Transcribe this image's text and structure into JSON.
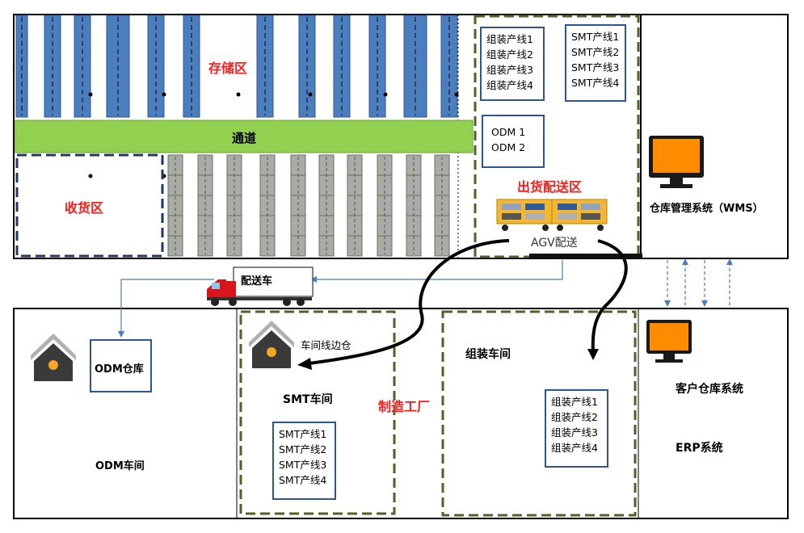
{
  "warehouse": {
    "storage_label": "存储区",
    "aisle_label": "通道",
    "receiving_label": "收货区",
    "shipping_label": "出货配送区",
    "assembly_lines": [
      "组装产线1",
      "组装产线2",
      "组装产线3",
      "组装产线4"
    ],
    "smt_lines": [
      "SMT产线1",
      "SMT产线2",
      "SMT产线3",
      "SMT产线4"
    ],
    "odm_list": [
      "ODM 1",
      "ODM 2"
    ],
    "agv_label": "AGV配送",
    "wms_label": "仓库管理系统（WMS）"
  },
  "truck": {
    "label": "配送车"
  },
  "factory": {
    "odm_warehouse_label": "ODM仓库",
    "odm_workshop_label": "ODM车间",
    "lineside_label": "车间线边仓",
    "smt_workshop_label": "SMT车间",
    "smt_lines": [
      "SMT产线1",
      "SMT产线2",
      "SMT产线3",
      "SMT产线4"
    ],
    "factory_label": "制造工厂",
    "assembly_workshop_label": "组装车间",
    "assembly_lines": [
      "组装产线1",
      "组装产线2",
      "组装产线3",
      "组装产线4"
    ],
    "customer_system_label": "客户仓库系统",
    "erp_label": "ERP系统"
  },
  "colors": {
    "rack_blue": "#4a7ebf",
    "rack_gray": "#a9aba5",
    "aisle_green": "#92d050",
    "dashed_green": "#4f6228",
    "navy": "#1f3864",
    "text_red": "#ff1a1a",
    "monitor_orange": "#ff8c00",
    "truck_red": "#d9141b"
  }
}
